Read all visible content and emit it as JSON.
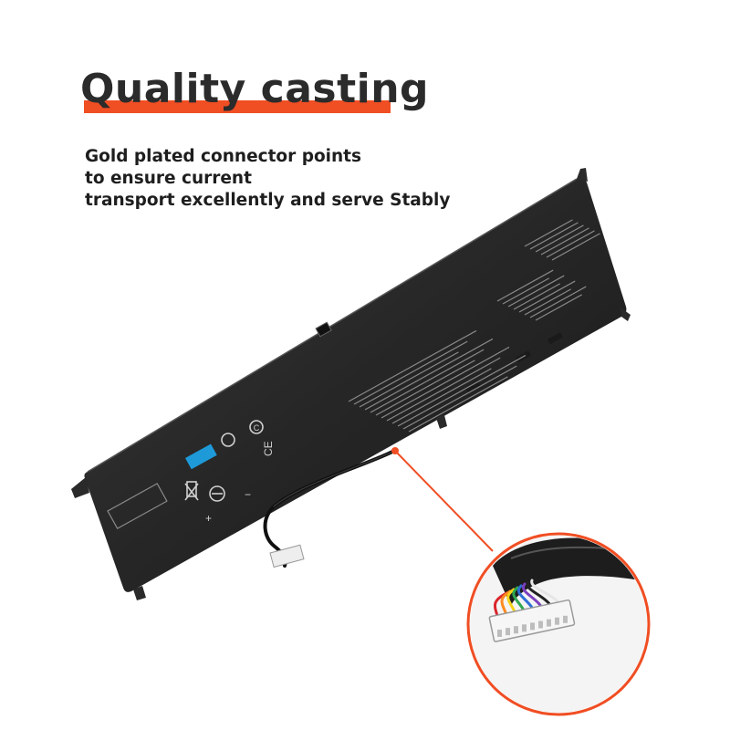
{
  "headline": {
    "title": "Quality casting",
    "underline_color": "#f04e23"
  },
  "description": {
    "lines": [
      "Gold plated connector points",
      "to ensure current",
      "transport excellently and serve Stably"
    ]
  },
  "product": {
    "body_color": "#262626",
    "label_color": "#1e9ad9",
    "pointer_color": "#f04e23",
    "wire_colors": [
      "#d9262b",
      "#ff8a1f",
      "#f2d21a",
      "#2fa84f",
      "#2f6fd6",
      "#7b3fbf",
      "#222222",
      "#e6e6e6"
    ]
  }
}
